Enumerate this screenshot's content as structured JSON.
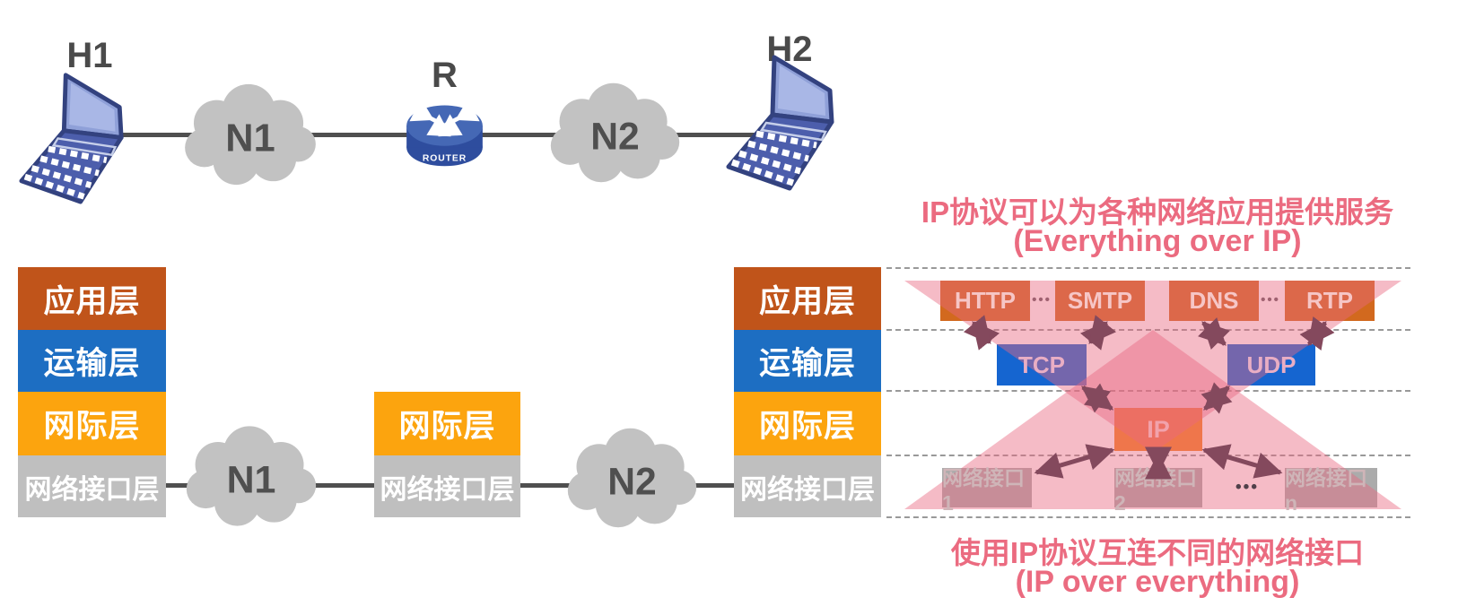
{
  "topology": {
    "host1": "H1",
    "host2": "H2",
    "router_label": "R",
    "router_caption": "ROUTER",
    "net1": "N1",
    "net2": "N2"
  },
  "stacks": {
    "layers": [
      {
        "id": "application",
        "label": "应用层",
        "color": "#C0541A"
      },
      {
        "id": "transport",
        "label": "运输层",
        "color": "#1D6EC2"
      },
      {
        "id": "internet",
        "label": "网际层",
        "color": "#FCA40E"
      },
      {
        "id": "netif",
        "label": "网络接口层",
        "color": "#BFBFBF"
      }
    ],
    "bottom_net1": "N1",
    "bottom_net2": "N2"
  },
  "hourglass": {
    "title_zh": "IP协议可以为各种网络应用提供服务",
    "title_en": "(Everything over IP)",
    "footer_zh": "使用IP协议互连不同的网络接口",
    "footer_en": "(IP over everything)",
    "apps": [
      "HTTP",
      "SMTP",
      "DNS",
      "RTP"
    ],
    "ellipsis": "•••",
    "transport": [
      "TCP",
      "UDP"
    ],
    "network": "IP",
    "interfaces": [
      "网络接口1",
      "网络接口2",
      "网络接口n"
    ],
    "accent_pink": "#EB6B80",
    "triangle_pink": "rgba(233,105,128,0.45)",
    "arrow_color": "#84495D"
  }
}
